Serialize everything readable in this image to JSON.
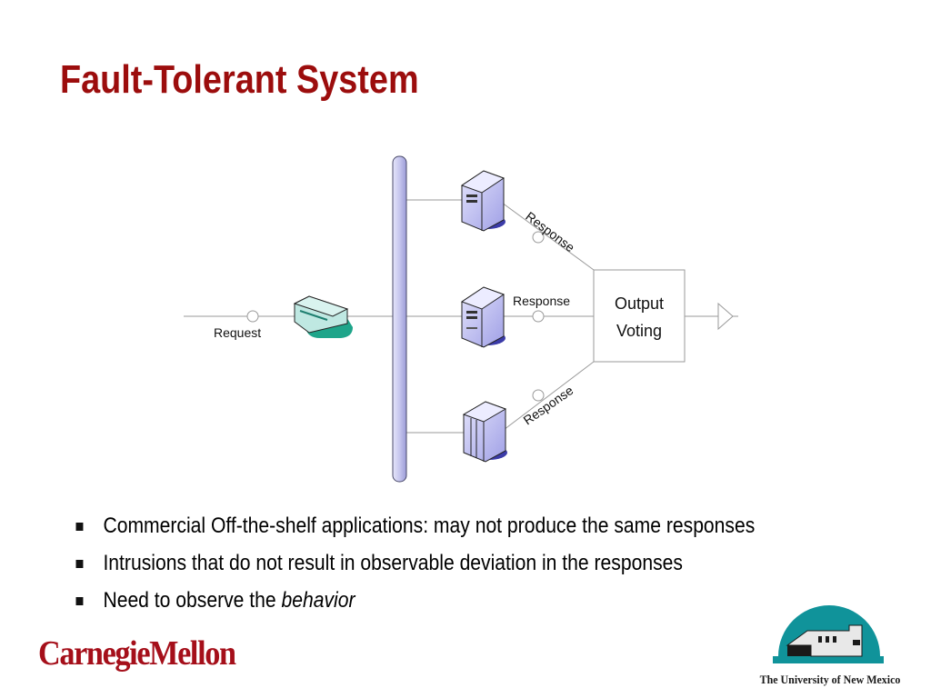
{
  "slide": {
    "title": "Fault-Tolerant System"
  },
  "diagram": {
    "request_label": "Request",
    "response_labels": [
      "Response",
      "Response",
      "Response"
    ],
    "voter_lines": [
      "Output",
      "Voting"
    ],
    "colors": {
      "bus_fill": "#c9c9ef",
      "server_fill": "#b9b9ee",
      "server_shadow": "#3b3ba8",
      "switch_fill": "#bfe8e2",
      "switch_shadow": "#1ea58a",
      "line": "#9a9a9a"
    },
    "icons": [
      "server-icon",
      "server-icon",
      "server-cabinet-icon",
      "network-switch-icon",
      "output-arrow-icon"
    ]
  },
  "bullets": [
    {
      "text": "Commercial Off-the-shelf applications: may not produce the same responses"
    },
    {
      "text": "Intrusions that do not result in observable deviation in the responses"
    },
    {
      "text_before": "Need to observe the ",
      "emphasis": "behavior"
    }
  ],
  "logos": {
    "cmu": "CarnegieMellon",
    "unm_caption": "The University of New Mexico",
    "unm_colors": {
      "teal": "#10939a",
      "building": "#e8e8e8",
      "dark": "#1a1a1a"
    }
  },
  "colors": {
    "title": "#9c0d0d",
    "cmu": "#a50f1a"
  }
}
